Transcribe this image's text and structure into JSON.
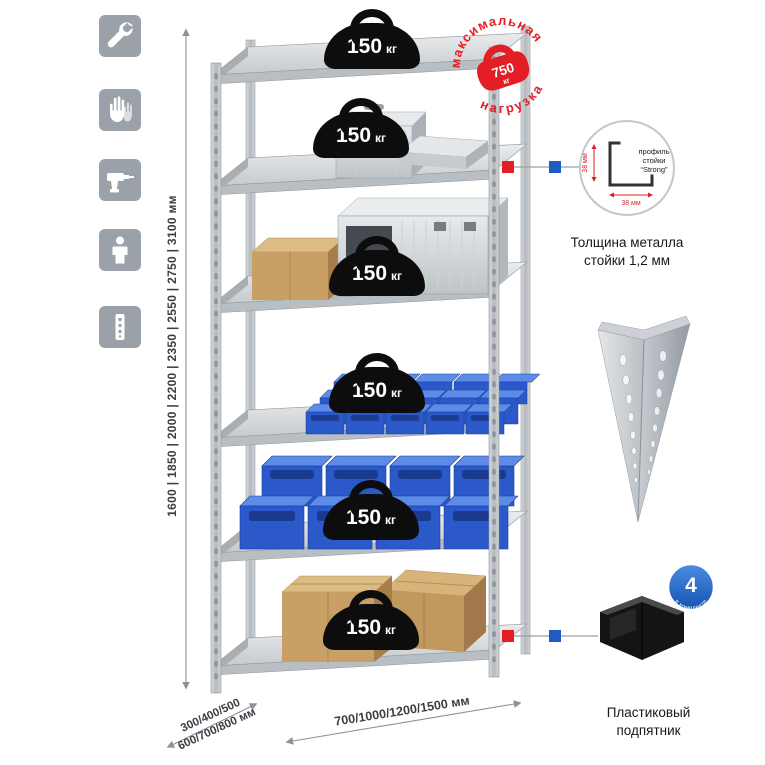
{
  "colors": {
    "accent_red": "#e31e24",
    "accent_blue": "#1e5bc6",
    "bin_blue": "#2b59c9",
    "icon_bg": "#9aa1a8",
    "badge_black": "#0d0d0d",
    "metal_light": "#e4e7e9",
    "metal_dark": "#9aa0a5"
  },
  "left_icons": [
    {
      "name": "wrench"
    },
    {
      "name": "work-gloves"
    },
    {
      "name": "drill"
    },
    {
      "name": "person"
    },
    {
      "name": "perforated-post"
    }
  ],
  "dimensions": {
    "height_options": "1600 | 1850 | 2000 | 2200 | 2350 | 2550 | 2750 | 3100 мм",
    "depth_options_line1": "300/400/500",
    "depth_options_line2": "600/700/800 мм",
    "width_options": "700/1000/1200/1500 мм"
  },
  "shelves": [
    {
      "load_value": "150",
      "load_unit": "кг"
    },
    {
      "load_value": "150",
      "load_unit": "кг"
    },
    {
      "load_value": "150",
      "load_unit": "кг"
    },
    {
      "load_value": "150",
      "load_unit": "кг"
    },
    {
      "load_value": "150",
      "load_unit": "кг"
    },
    {
      "load_value": "150",
      "load_unit": "кг"
    }
  ],
  "max_load_stamp": {
    "arc_top": "максимальная",
    "arc_bottom": "нагрузка",
    "value": "750",
    "unit": "кг"
  },
  "profile_detail": {
    "dim_vertical": "38 мм",
    "dim_horizontal": "38 мм",
    "label_line1": "профиль",
    "label_line2": "стойки",
    "label_line3": "“Strong”",
    "caption_line1": "Толщина металла",
    "caption_line2": "стойки 1,2 мм"
  },
  "foot_detail": {
    "badge_value": "4",
    "badge_text": "в комплекте",
    "caption_line1": "Пластиковый",
    "caption_line2": "подпятник"
  }
}
